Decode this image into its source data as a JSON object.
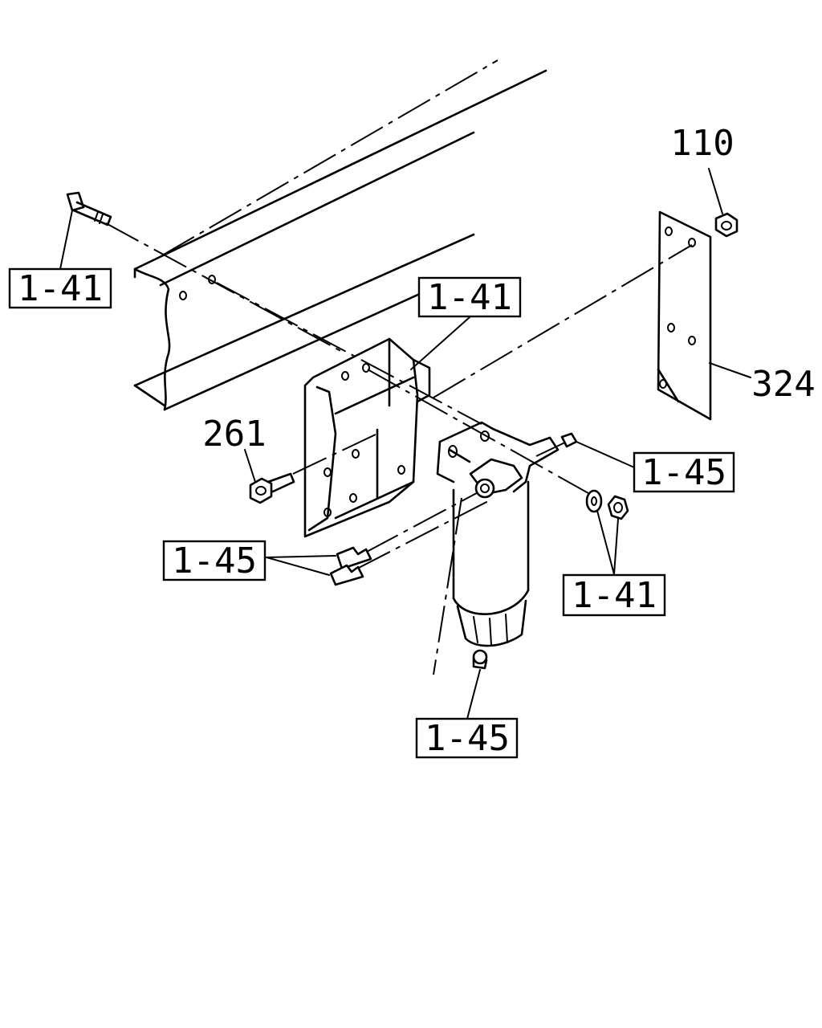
{
  "diagram": {
    "callouts": {
      "c1": "1-41",
      "c2": "1-41",
      "c3": "1-45",
      "c4": "1-45",
      "c5": "1-41",
      "c6": "1-45"
    },
    "part_numbers": {
      "p110": "110",
      "p324": "324",
      "p261": "261"
    }
  }
}
